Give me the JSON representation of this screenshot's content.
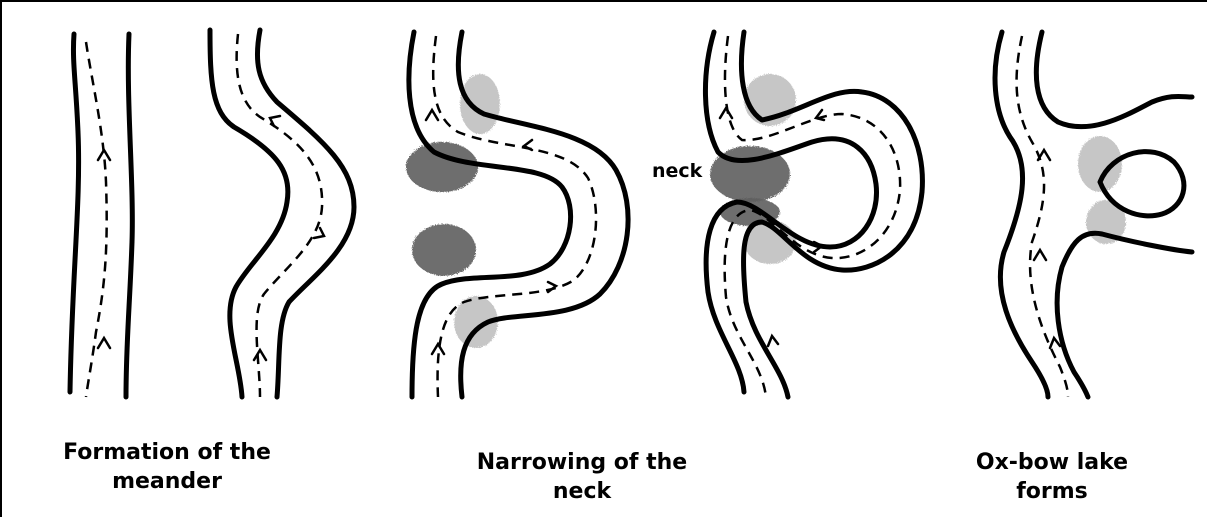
{
  "captions": [
    {
      "line1": "Formation of the",
      "line2": "meander"
    },
    {
      "line1": "Narrowing of the",
      "line2": "neck"
    },
    {
      "line1": "Ox-bow lake",
      "line2": "forms"
    }
  ],
  "neck_label": "neck"
}
